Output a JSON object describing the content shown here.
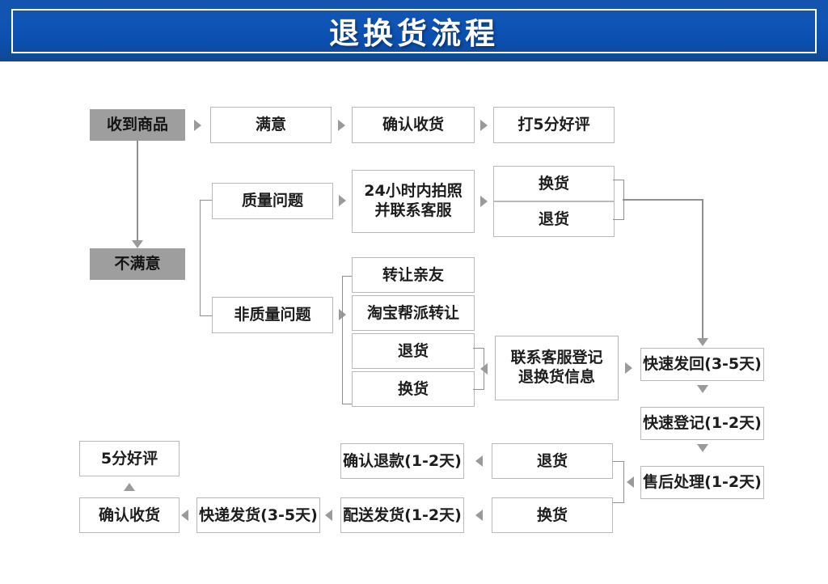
{
  "header": {
    "title": "退换货流程",
    "bg_color": "#0f55b5",
    "text_color": "#ffffff"
  },
  "palette": {
    "box_border": "#b9b9b9",
    "box_fill": "#ffffff",
    "gray_fill": "#9e9e9e",
    "connector": "#8f8f8f",
    "arrow": "#9a9a9a",
    "text": "#1d1d1d"
  },
  "nodes": {
    "received": "收到商品",
    "satisfied": "满意",
    "confirm_receipt_top": "确认收货",
    "five_star_top": "打5分好评",
    "unsatisfied": "不满意",
    "quality_issue": "质量问题",
    "photo_contact": "24小时内拍照\n并联系客服",
    "exchange_1": "换货",
    "return_1": "退货",
    "non_quality_issue": "非质量问题",
    "transfer_friend": "转让亲友",
    "taobao_guild_transfer": "淘宝帮派转让",
    "return_2": "退货",
    "exchange_2": "换货",
    "contact_service_register": "联系客服登记\n退换货信息",
    "fast_send_back": "快速发回(3-5天)",
    "fast_register": "快速登记(1-2天)",
    "after_sales": "售后处理(1-2天)",
    "return_3": "退货",
    "exchange_3": "换货",
    "confirm_refund": "确认退款(1-2天)",
    "delivery_ship": "配送发货(1-2天)",
    "express_ship": "快递发货(3-5天)",
    "confirm_receipt_bottom": "确认收货",
    "five_star_bottom": "5分好评"
  },
  "flow": {
    "type": "flowchart",
    "title": "退换货流程",
    "edges": [
      {
        "from": "收到商品",
        "to": "满意",
        "style": "arrow-right"
      },
      {
        "from": "满意",
        "to": "确认收货",
        "style": "arrow-right"
      },
      {
        "from": "确认收货",
        "to": "打5分好评",
        "style": "arrow-right"
      },
      {
        "from": "收到商品",
        "to": "不满意",
        "style": "arrow-down"
      },
      {
        "from": "不满意",
        "to": "质量问题",
        "style": "bracket"
      },
      {
        "from": "不满意",
        "to": "非质量问题",
        "style": "bracket"
      },
      {
        "from": "质量问题",
        "to": "24小时内拍照并联系客服",
        "style": "arrow-right"
      },
      {
        "from": "24小时内拍照并联系客服",
        "to": "换货",
        "style": "arrow-right"
      },
      {
        "from": "24小时内拍照并联系客服",
        "to": "退货",
        "style": "arrow-right"
      },
      {
        "from": "换货/退货",
        "to": "快速发回(3-5天)",
        "style": "bracket-down-arrow"
      },
      {
        "from": "非质量问题",
        "to": "转让亲友",
        "style": "bracket"
      },
      {
        "from": "非质量问题",
        "to": "淘宝帮派转让",
        "style": "bracket"
      },
      {
        "from": "非质量问题",
        "to": "退货",
        "style": "bracket"
      },
      {
        "from": "非质量问题",
        "to": "换货",
        "style": "bracket"
      },
      {
        "from": "联系客服登记退换货信息",
        "to": "退货/换货",
        "style": "arrow-left-bracket"
      },
      {
        "from": "联系客服登记退换货信息",
        "to": "快速发回(3-5天)",
        "style": "arrow-right"
      },
      {
        "from": "快速发回(3-5天)",
        "to": "快速登记(1-2天)",
        "style": "arrow-down"
      },
      {
        "from": "快速登记(1-2天)",
        "to": "售后处理(1-2天)",
        "style": "arrow-down"
      },
      {
        "from": "售后处理(1-2天)",
        "to": "退货/换货",
        "style": "arrow-left-bracket"
      },
      {
        "from": "退货",
        "to": "确认退款(1-2天)",
        "style": "arrow-left"
      },
      {
        "from": "换货",
        "to": "配送发货(1-2天)",
        "style": "arrow-left"
      },
      {
        "from": "配送发货(1-2天)",
        "to": "快递发货(3-5天)",
        "style": "arrow-left"
      },
      {
        "from": "快递发货(3-5天)",
        "to": "确认收货",
        "style": "arrow-left"
      },
      {
        "from": "确认收货",
        "to": "5分好评",
        "style": "arrow-up"
      }
    ]
  }
}
